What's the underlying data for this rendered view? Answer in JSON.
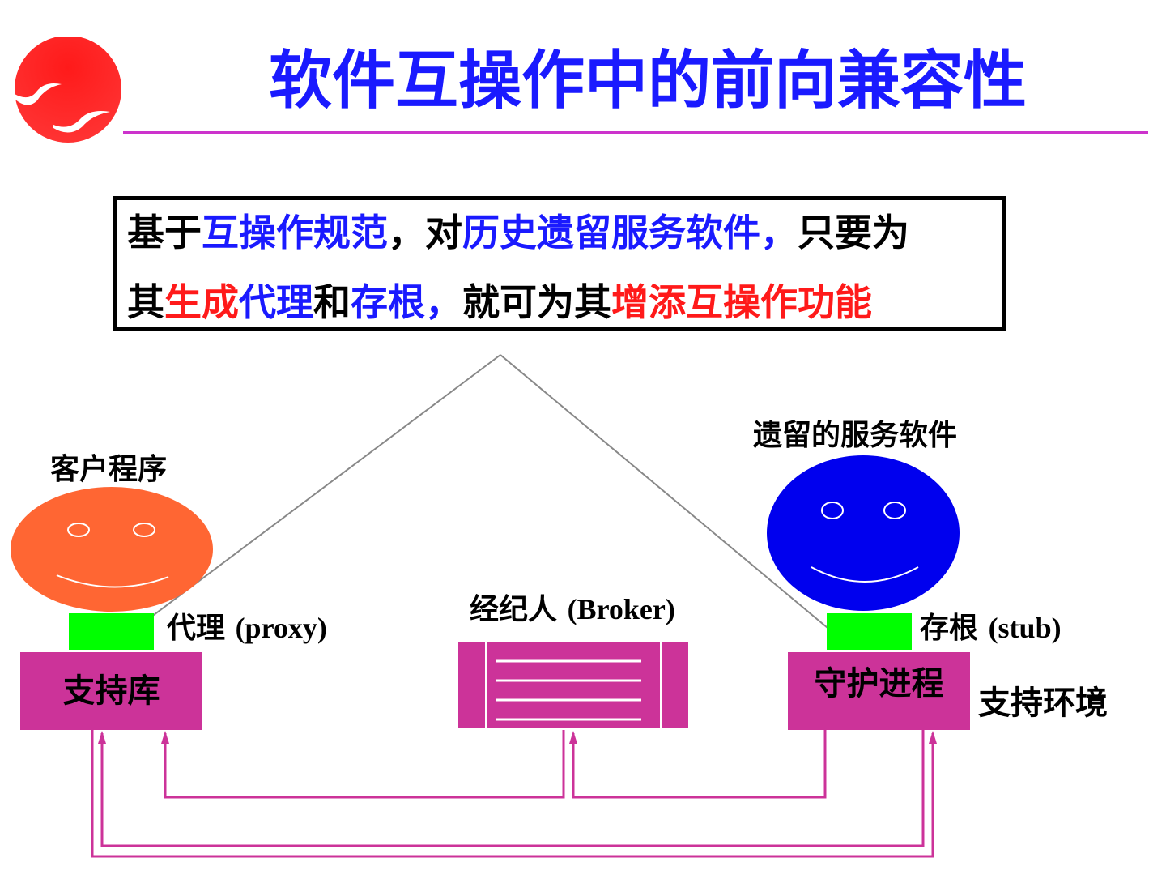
{
  "title": "软件互操作中的前向兼容性",
  "callout": {
    "line1": [
      {
        "text": "基于",
        "color": "black"
      },
      {
        "text": "互操作规范",
        "color": "blue"
      },
      {
        "text": "，对",
        "color": "black"
      },
      {
        "text": "历史遗留服务软件，",
        "color": "blue"
      },
      {
        "text": "只要为",
        "color": "black"
      }
    ],
    "line2": [
      {
        "text": "其",
        "color": "black"
      },
      {
        "text": "生成",
        "color": "red"
      },
      {
        "text": "代理",
        "color": "blue"
      },
      {
        "text": "和",
        "color": "black"
      },
      {
        "text": "存根，",
        "color": "blue"
      },
      {
        "text": "就可为其",
        "color": "black"
      },
      {
        "text": "增添互操作功能",
        "color": "red"
      }
    ]
  },
  "diagram": {
    "client_label": "客户程序",
    "legacy_label": "遗留的服务软件",
    "proxy_cn": "代理",
    "proxy_en": "(proxy)",
    "broker_cn": "经纪人",
    "broker_en": "(Broker)",
    "stub_cn": "存根",
    "stub_en": "(stub)",
    "support_lib": "支持库",
    "daemon": "守护进程",
    "support_env": "支持环境"
  },
  "colors": {
    "title": "#1a1aff",
    "rule": "#cc33cc",
    "magenta": "#cc3399",
    "green": "#00ff00",
    "client_face": "#ff6633",
    "server_face": "#0000ff",
    "logo_red": "#ff1a1a"
  }
}
